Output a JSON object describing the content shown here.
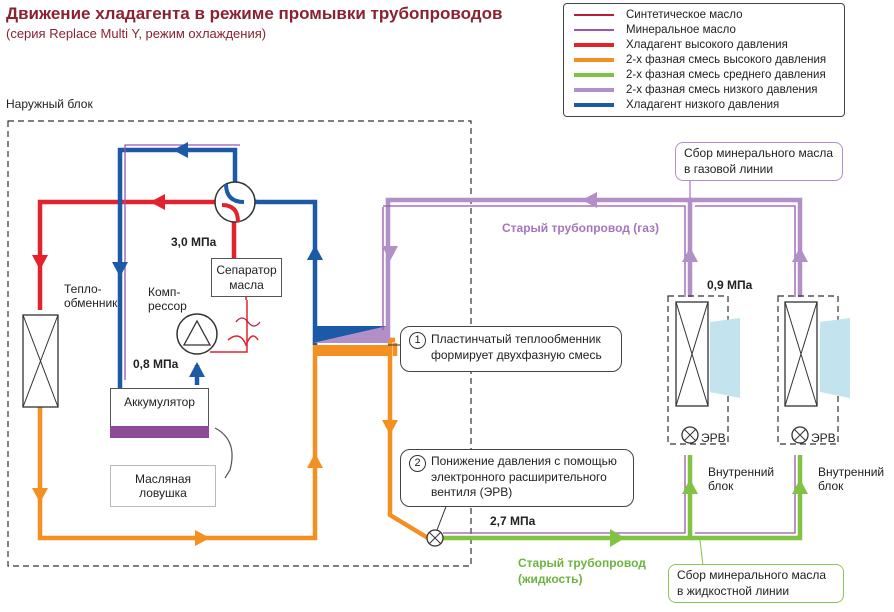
{
  "title": "Движение хладагента в режиме промывки трубопроводов",
  "subtitle": "(серия Replace Multi Y, режим охлаждения)",
  "outdoor_unit_label": "Наружный блок",
  "legend": [
    {
      "label": "Синтетическое масло",
      "color": "#b81e3c",
      "weight": "thin"
    },
    {
      "label": "Минеральное масло",
      "color": "#9a55b5",
      "weight": "thin"
    },
    {
      "label": "Хладагент высокого давления",
      "color": "#e2232d",
      "weight": "thick"
    },
    {
      "label": "2-х фазная смесь высокого давления",
      "color": "#f39021",
      "weight": "thick"
    },
    {
      "label": "2-х фазная смесь среднего давления",
      "color": "#80c342",
      "weight": "thick"
    },
    {
      "label": "2-х фазная смесь низкого давления",
      "color": "#b28fc6",
      "weight": "thick"
    },
    {
      "label": "Хладагент низкого давления",
      "color": "#1c5aa8",
      "weight": "thick"
    }
  ],
  "components": {
    "heat_exchanger": "Тепло-\nобменник",
    "compressor": "Комп-\nрессор",
    "separator": "Сепаратор\nмасла",
    "accumulator": "Аккумулятор",
    "oil_trap": "Масляная\nловушка",
    "indoor_unit_1": "Внутренний\nблок",
    "indoor_unit_2": "Внутренний\nблок",
    "erv_1": "ЭРВ",
    "erv_2": "ЭРВ"
  },
  "pressures": {
    "high": "3,0 МПа",
    "low": "0,8 МПа",
    "indoor": "0,9 МПа",
    "liquid": "2,7 МПа"
  },
  "pipe_labels": {
    "gas": "Старый трубопровод (газ)",
    "liquid": "Старый трубопровод\n(жидкость)"
  },
  "callouts": {
    "one_num": "1",
    "one_text": "Пластинчатый теплообменник\nформирует двухфазную смесь",
    "two_num": "2",
    "two_text": "Понижение давления с помощью\nэлектронного расширительного\nвентиля (ЭРВ)",
    "gas_oil": "Сбор минерального масла\nв газовой линии",
    "liquid_oil": "Сбор минерального масла\nв жидкостной линии"
  }
}
